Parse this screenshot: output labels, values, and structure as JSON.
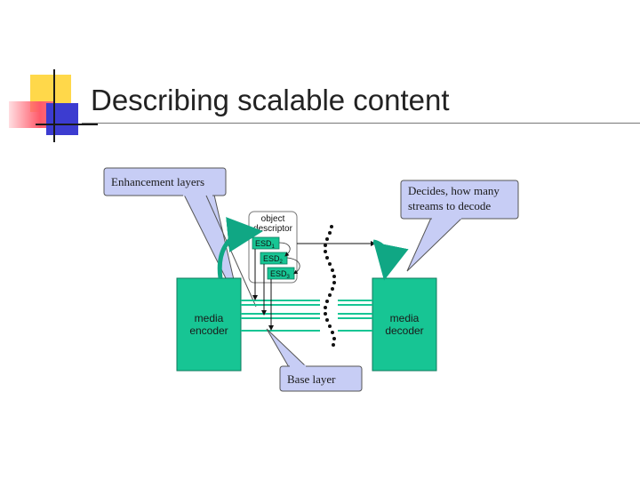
{
  "slide": {
    "title": "Describing scalable content"
  },
  "diagram": {
    "encoder_label": [
      "media",
      "encoder"
    ],
    "decoder_label": [
      "media",
      "decoder"
    ],
    "object_descriptor_label": [
      "object",
      "descriptor"
    ],
    "esd_entries": [
      {
        "label": "ESD",
        "sub": "1"
      },
      {
        "label": "ESD",
        "sub": "2"
      },
      {
        "label": "ESD",
        "sub": "3"
      }
    ],
    "callouts": {
      "enhancement": "Enhancement layers",
      "decides": [
        "Decides, how many",
        "streams to decode"
      ],
      "base": "Base layer"
    }
  },
  "colors": {
    "box_fill": "#17c594",
    "callout_fill": "#c7cdf5",
    "arrow_teal": "#10a784"
  }
}
